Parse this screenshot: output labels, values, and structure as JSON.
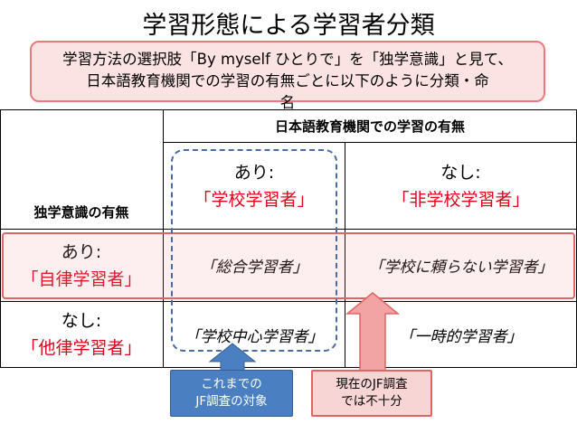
{
  "title": "学習形態による学習者分類",
  "note": {
    "line1": "学習方法の選択肢「By myself ひとりで」を「独学意識」と見て、",
    "line2": "日本語教育機関での学習の有無ごとに以下のように分類・命",
    "line3": "名"
  },
  "table": {
    "top_header": "日本語教育機関での学習の有無",
    "corner_label": "独学意識の有無",
    "col_yes_label": "あり:",
    "col_yes_name": "「学校学習者」",
    "col_no_label": "なし:",
    "col_no_name": "「非学校学習者」",
    "row_yes_label": "あり:",
    "row_yes_name": "「自律学習者」",
    "row_no_label": "なし:",
    "row_no_name": "「他律学習者」",
    "cells": {
      "yes_yes": "「総合学習者」",
      "yes_no": "「学校に頼らない学習者」",
      "no_yes": "「学校中心学習者」",
      "no_no": "「一時的学習者」"
    }
  },
  "callouts": {
    "blue_line1": "これまでの",
    "blue_line2": "JF調査の対象",
    "pink_line1": "現在のJF調査",
    "pink_line2": "では不十分"
  },
  "colors": {
    "red_text": "#e0001a",
    "dashed_border": "#4a6aa0",
    "highlight_border": "#e06565",
    "note_bg": "#fbe3e3",
    "blue_arrow": "#4a7fc1",
    "pink_arrow": "#f2a3a3"
  }
}
